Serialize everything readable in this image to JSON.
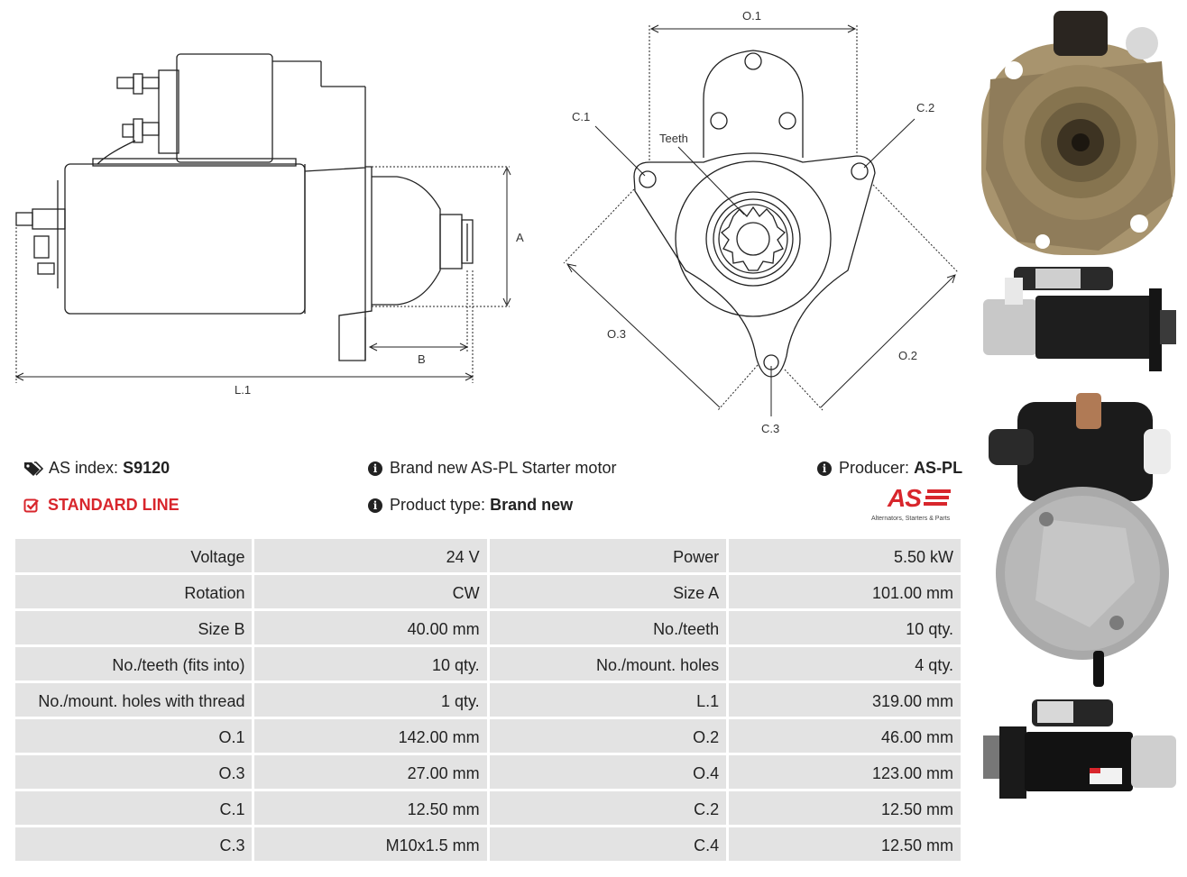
{
  "drawing_side": {
    "labels": {
      "A": "A",
      "B": "B",
      "L1": "L.1"
    }
  },
  "drawing_front": {
    "labels": {
      "O1": "O.1",
      "O2": "O.2",
      "O3": "O.3",
      "C1": "C.1",
      "C2": "C.2",
      "C3": "C.3",
      "teeth": "Teeth"
    }
  },
  "header": {
    "as_index_label": "AS index:",
    "as_index_value": "S9120",
    "line": "STANDARD LINE",
    "description": "Brand new AS-PL Starter motor",
    "product_type_label": "Product type:",
    "product_type_value": "Brand new",
    "producer_label": "Producer:",
    "producer_value": "AS-PL",
    "logo_text": "AS",
    "logo_tagline": "Alternators, Starters & Parts"
  },
  "specs": [
    [
      "Voltage",
      "24 V",
      "Power",
      "5.50 kW"
    ],
    [
      "Rotation",
      "CW",
      "Size A",
      "101.00 mm"
    ],
    [
      "Size B",
      "40.00 mm",
      "No./teeth",
      "10 qty."
    ],
    [
      "No./teeth (fits into)",
      "10 qty.",
      "No./mount. holes",
      "4 qty."
    ],
    [
      "No./mount. holes with thread",
      "1 qty.",
      "L.1",
      "319.00 mm"
    ],
    [
      "O.1",
      "142.00 mm",
      "O.2",
      "46.00 mm"
    ],
    [
      "O.3",
      "27.00 mm",
      "O.4",
      "123.00 mm"
    ],
    [
      "C.1",
      "12.50 mm",
      "C.2",
      "12.50 mm"
    ],
    [
      "C.3",
      "M10x1.5 mm",
      "C.4",
      "12.50 mm"
    ]
  ],
  "colors": {
    "accent_red": "#d8262c",
    "cell_bg": "#e3e3e3"
  }
}
